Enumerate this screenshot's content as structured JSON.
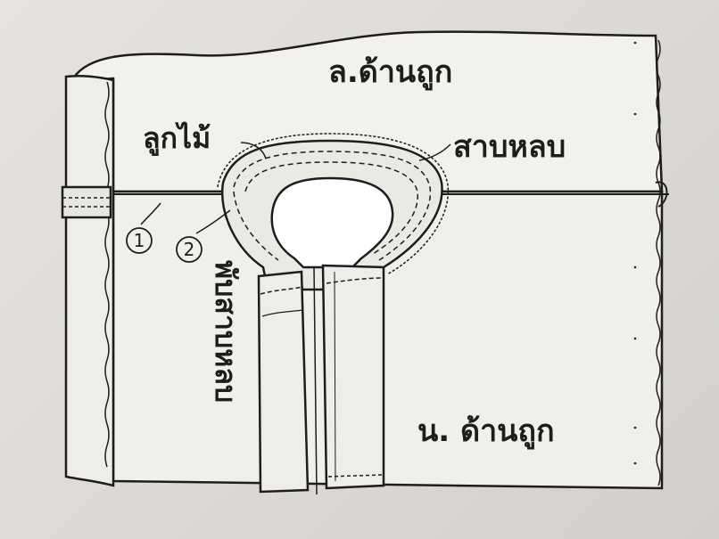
{
  "labels": {
    "upper_right_side": "ล.ด้านถูก",
    "lower_right_side": "น. ด้านถูก",
    "loop": "ลูกไม้",
    "facing": "สาบหลบ",
    "fold_facing": "พับสาบหลบ",
    "marker_1": "1",
    "marker_2": "2"
  },
  "colors": {
    "ink": "#1d1d1d",
    "paper": "#dedbd6",
    "fabric": "#f3f1ec"
  }
}
